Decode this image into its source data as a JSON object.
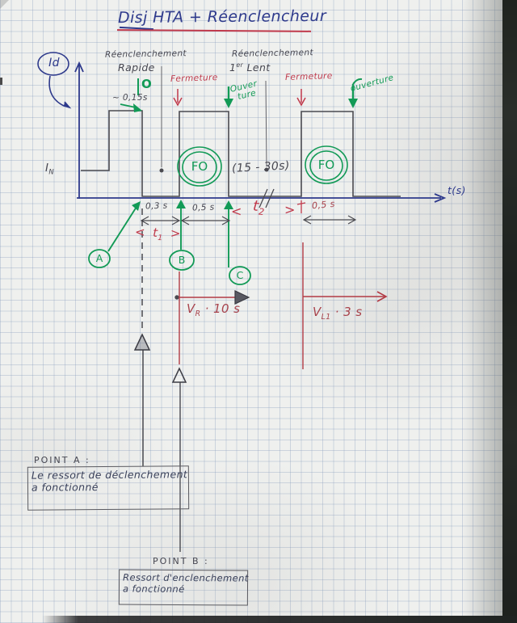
{
  "page": {
    "title": "Disj HTA + Réenclencheur"
  },
  "axes": {
    "y_label": "Id",
    "x_label": "t(s)",
    "level_main": "I",
    "level_sub": "N"
  },
  "events": {
    "fast_reclose_line1": "Réenclenchement",
    "fast_reclose_line2": "Rapide",
    "open_mark": "O",
    "fault_time": "~ 0,15s",
    "closing1": "Fermeture",
    "slow_reclose_line1": "Réenclenchement",
    "slow_reclose_num": "1",
    "slow_reclose_sup": "er",
    "slow_reclose_word": " Lent",
    "opening1_line1": "Ouver",
    "opening1_line2": "ture",
    "closing2": "Fermeture",
    "opening2": "ouverture",
    "fo_left": "FO",
    "fo_right": "FO",
    "gap_duration": "(15 - 30s)"
  },
  "intervals": {
    "dead_time": "0,3 s",
    "closed_time": "0,5 s",
    "t1_open": "<",
    "t1_letter": "t",
    "t1_sub": "1",
    "t1_close": ">",
    "t2_open": "<",
    "t2_letter": "t",
    "t2_sub": "2",
    "t2_close": ">",
    "closed_time2": "0,5 s"
  },
  "points": {
    "a": "A",
    "b": "B",
    "c": "C"
  },
  "timers": {
    "vr_v": "V",
    "vr_sub": "R",
    "vr_rest": " · 10 s",
    "vl_v": "V",
    "vl_sub": "L1",
    "vl_rest": " · 3 s"
  },
  "note_a": {
    "heading": "POINT A :",
    "line1": "Le ressort de déclenchement",
    "line2": "a fonctionné"
  },
  "note_b": {
    "heading": "POINT B :",
    "line1": "Ressort d'enclenchement",
    "line2": "a fonctionné"
  },
  "colors": {
    "ink_blue": "#2e3a8c",
    "pencil": "#4a4a50",
    "green": "#129a56",
    "red": "#c0394b",
    "dark_red": "#a8434c"
  }
}
